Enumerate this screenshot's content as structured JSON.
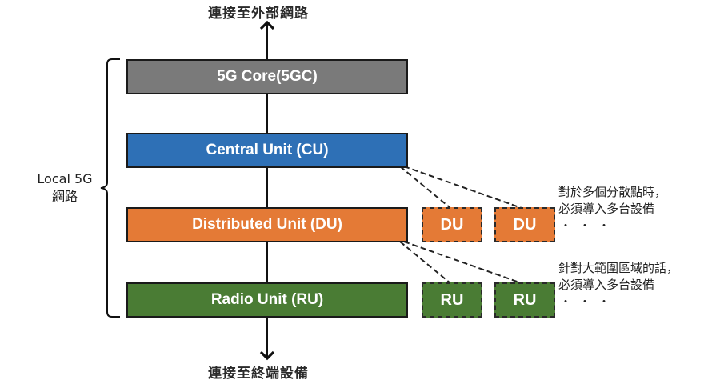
{
  "top_label": "連接至外部網路",
  "bottom_label": "連接至終端設備",
  "group_label": {
    "line1": "Local 5G",
    "line2": "網路"
  },
  "layers": [
    {
      "id": "core",
      "label": "5G Core(5GC)",
      "color": "#7a7a7a"
    },
    {
      "id": "cu",
      "label": "Central Unit (CU)",
      "color": "#2e70b6"
    },
    {
      "id": "du",
      "label": "Distributed Unit (DU)",
      "color": "#e47a36"
    },
    {
      "id": "ru",
      "label": "Radio Unit (RU)",
      "color": "#4a7c34"
    }
  ],
  "du_replicas": [
    "DU",
    "DU"
  ],
  "ru_replicas": [
    "RU",
    "RU"
  ],
  "notes": {
    "du": {
      "line1": "對於多個分散點時，",
      "line2": "必須導入多台設備",
      "ellipsis": "・・・"
    },
    "ru": {
      "line1": "針對大範圍區域的話，",
      "line2": "必須導入多台設備",
      "ellipsis": "・・・"
    }
  }
}
